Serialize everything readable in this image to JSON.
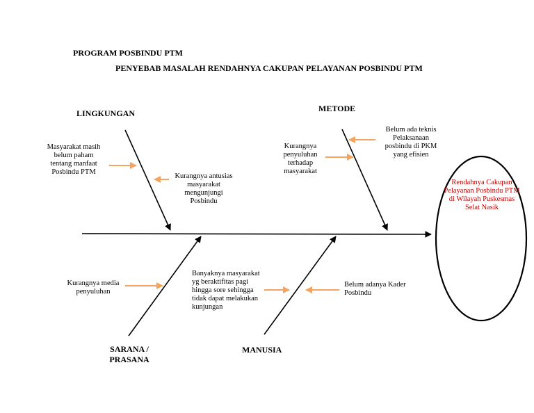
{
  "header": {
    "program_title": "PROGRAM POSBINDU PTM",
    "diagram_title": "PENYEBAB MASALAH RENDAHNYA CAKUPAN PELAYANAN POSBINDU PTM"
  },
  "categories": {
    "lingkungan": "LINGKUNGAN",
    "metode": "METODE",
    "sarana_line1": "SARANA /",
    "sarana_line2": "PRASANA",
    "manusia": "MANUSIA"
  },
  "causes": {
    "lingkungan_1": [
      "Masyarakat masih",
      "belum paham",
      "tentang manfaat",
      "Posbindu PTM"
    ],
    "lingkungan_2": [
      "Kurangnya antusias",
      "masyarakat",
      "mengunjungi",
      "Posbindu"
    ],
    "metode_1": [
      "Kurangnya",
      "penyuluhan",
      "terhadap",
      "masyarakat"
    ],
    "metode_2": [
      "Belum ada teknis",
      "Pelaksanaan",
      "posbindu di PKM",
      "yang efisien"
    ],
    "sarana_1": [
      "Kurangnya media",
      "penyuluhan"
    ],
    "manusia_1": [
      "Banyaknya masyarakat",
      "yg beraktifitas pagi",
      "hingga sore sehingga",
      "tidak dapat melakukan",
      "kunjungan"
    ],
    "manusia_2": [
      "Belum adanya Kader",
      "Posbindu"
    ]
  },
  "effect": {
    "lines": [
      "Rendahnya Cakupan",
      "Pelayanan Posbindu PTM",
      "di Wilayah Puskesmas",
      "Selat Nasik"
    ]
  },
  "colors": {
    "arrow": "#f4a460",
    "effect_text": "#c00000",
    "line": "#000000"
  }
}
